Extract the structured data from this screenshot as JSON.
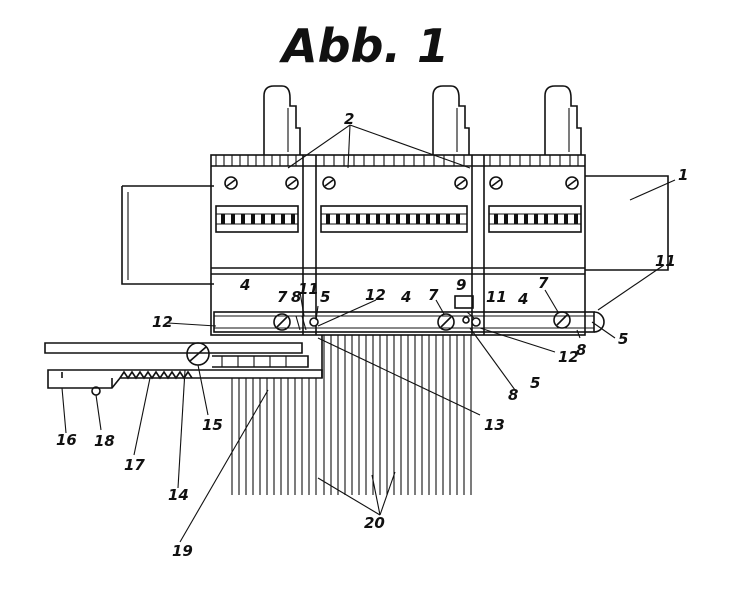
{
  "figure": {
    "title": "Abb. 1"
  },
  "callouts": {
    "c1": "1",
    "c2": "2",
    "c4a": "4",
    "c4b": "4",
    "c4c": "4",
    "c5a": "5",
    "c5b": "5",
    "c5c": "5",
    "c7a": "7",
    "c7b": "7",
    "c7c": "7",
    "c8a": "8",
    "c8b": "8",
    "c8c": "8",
    "c9": "9",
    "c11a": "11",
    "c11b": "11",
    "c11c": "11",
    "c12a": "12",
    "c12b": "12",
    "c12c": "12",
    "c13": "13",
    "c14": "14",
    "c15": "15",
    "c16": "16",
    "c17": "17",
    "c18": "18",
    "c19": "19",
    "c20": "20"
  }
}
